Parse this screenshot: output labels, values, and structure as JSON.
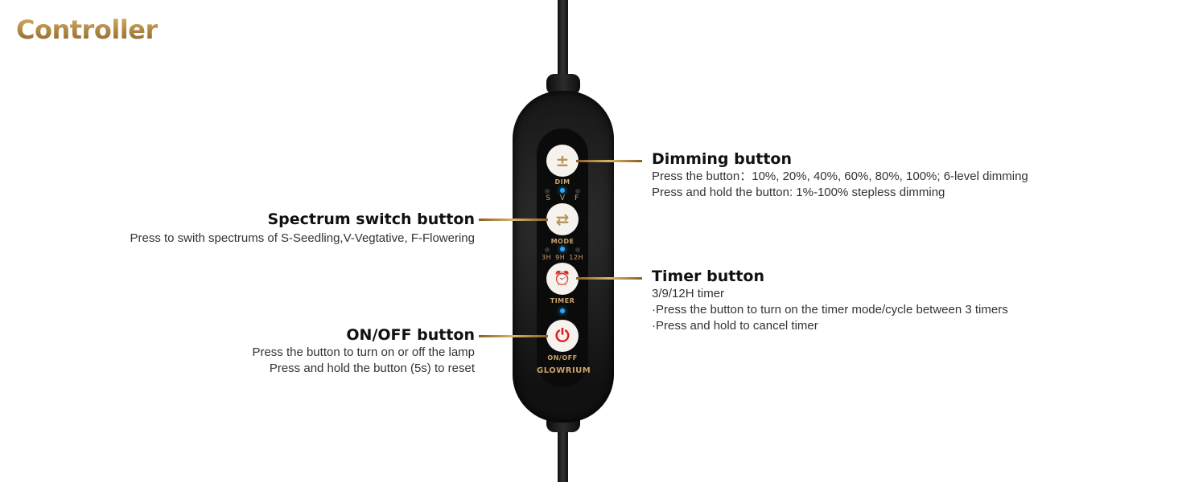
{
  "title": "Controller",
  "device": {
    "brand": "GLOWRIUM",
    "buttons": [
      {
        "icon": "±",
        "label": "DIM"
      },
      {
        "icon": "⇄",
        "label": "MODE"
      },
      {
        "icon": "⏰",
        "label": "TIMER"
      },
      {
        "icon": "⏻",
        "label": "ON/OFF"
      }
    ],
    "spectrum_leds": [
      "S",
      "V",
      "F"
    ],
    "timer_leds": [
      "3H",
      "9H",
      "12H"
    ]
  },
  "callouts": {
    "dimming": {
      "title": "Dimming button",
      "lines": [
        "Press the button：10%, 20%, 40%, 60%, 80%, 100%; 6-level dimming",
        "Press and hold the button: 1%-100% stepless dimming"
      ]
    },
    "spectrum": {
      "title": "Spectrum switch button",
      "lines": [
        "Press to swith spectrums of S-Seedling,V-Vegtative, F-Flowering"
      ]
    },
    "timer": {
      "title": "Timer button",
      "lines": [
        "3/9/12H timer",
        "·Press the button to turn on the timer mode/cycle between 3 timers",
        "·Press and hold to cancel timer"
      ]
    },
    "onoff": {
      "title": "ON/OFF button",
      "lines": [
        "Press the button to turn on or off the lamp",
        "Press and hold the button (5s) to reset"
      ]
    }
  },
  "colors": {
    "gold": "#b8925a",
    "led": "#2aa8ff",
    "power": "#e01b1b"
  }
}
